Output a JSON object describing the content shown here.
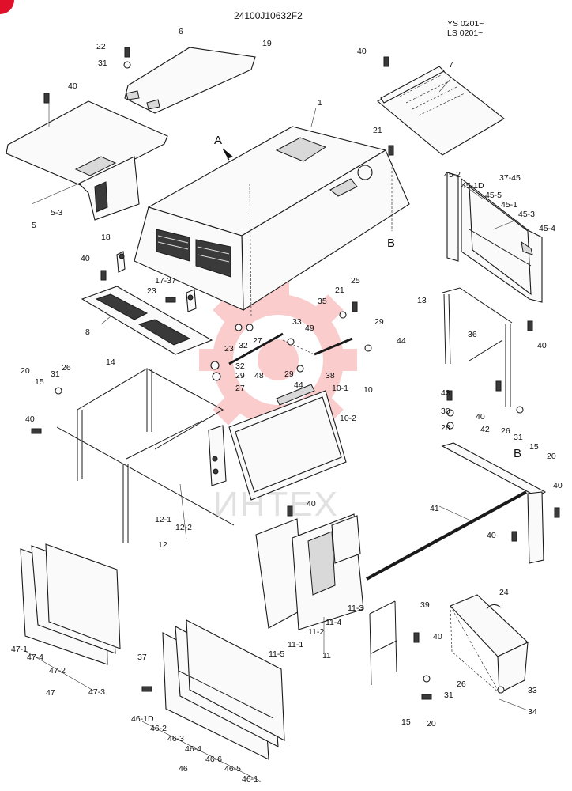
{
  "header": {
    "drawing_number": "24100J10632F2",
    "serial_range_1": "YS 0201~",
    "serial_range_2": "LS 0201~"
  },
  "view_markers": {
    "view_a": "A",
    "point_b_top": "B",
    "point_b_right": "B"
  },
  "watermark": {
    "text": "ИНТЕХ",
    "logo": "gear-logo-watermark",
    "color": "#f24a4a"
  },
  "corner_badge": {
    "color": "#e0102a"
  },
  "callouts": [
    {
      "id": "c1",
      "text": "22"
    },
    {
      "id": "c2",
      "text": "6"
    },
    {
      "id": "c3",
      "text": "19"
    },
    {
      "id": "c4",
      "text": "31"
    },
    {
      "id": "c5",
      "text": "40"
    },
    {
      "id": "c6",
      "text": "40"
    },
    {
      "id": "c7",
      "text": "7"
    },
    {
      "id": "c8",
      "text": "1"
    },
    {
      "id": "c9",
      "text": "21"
    },
    {
      "id": "c10",
      "text": "A"
    },
    {
      "id": "c11",
      "text": "5"
    },
    {
      "id": "c12",
      "text": "5-3"
    },
    {
      "id": "c13",
      "text": "18"
    },
    {
      "id": "c14",
      "text": "40"
    },
    {
      "id": "c15",
      "text": "17-37"
    },
    {
      "id": "c16",
      "text": "23"
    },
    {
      "id": "c17",
      "text": "8"
    },
    {
      "id": "c18",
      "text": "23"
    },
    {
      "id": "c19",
      "text": "32"
    },
    {
      "id": "c20",
      "text": "27"
    },
    {
      "id": "c21",
      "text": "33"
    },
    {
      "id": "c22",
      "text": "49"
    },
    {
      "id": "c23",
      "text": "35"
    },
    {
      "id": "c24",
      "text": "21"
    },
    {
      "id": "c25",
      "text": "25"
    },
    {
      "id": "c26",
      "text": "29"
    },
    {
      "id": "c27",
      "text": "44"
    },
    {
      "id": "c28",
      "text": "45-2"
    },
    {
      "id": "c29",
      "text": "37-45"
    },
    {
      "id": "c30",
      "text": "45-1D"
    },
    {
      "id": "c31",
      "text": "45-5"
    },
    {
      "id": "c32",
      "text": "45-1"
    },
    {
      "id": "c33",
      "text": "45-3"
    },
    {
      "id": "c34",
      "text": "45-4"
    },
    {
      "id": "c35",
      "text": "13"
    },
    {
      "id": "c36",
      "text": "36"
    },
    {
      "id": "c37",
      "text": "40"
    },
    {
      "id": "c38",
      "text": "14"
    },
    {
      "id": "c39",
      "text": "20"
    },
    {
      "id": "c40",
      "text": "31"
    },
    {
      "id": "c41",
      "text": "26"
    },
    {
      "id": "c42",
      "text": "15"
    },
    {
      "id": "c43",
      "text": "40"
    },
    {
      "id": "c44",
      "text": "29"
    },
    {
      "id": "c45",
      "text": "32"
    },
    {
      "id": "c46",
      "text": "27"
    },
    {
      "id": "c47",
      "text": "48"
    },
    {
      "id": "c48",
      "text": "29"
    },
    {
      "id": "c49",
      "text": "38"
    },
    {
      "id": "c50",
      "text": "44"
    },
    {
      "id": "c51",
      "text": "10-1"
    },
    {
      "id": "c52",
      "text": "10"
    },
    {
      "id": "c53",
      "text": "10-2"
    },
    {
      "id": "c54",
      "text": "43"
    },
    {
      "id": "c55",
      "text": "30"
    },
    {
      "id": "c56",
      "text": "28"
    },
    {
      "id": "c57",
      "text": "40"
    },
    {
      "id": "c58",
      "text": "42"
    },
    {
      "id": "c59",
      "text": "26"
    },
    {
      "id": "c60",
      "text": "31"
    },
    {
      "id": "c61",
      "text": "15"
    },
    {
      "id": "c62",
      "text": "20"
    },
    {
      "id": "c63",
      "text": "40"
    },
    {
      "id": "c64",
      "text": "40"
    },
    {
      "id": "c65",
      "text": "41"
    },
    {
      "id": "c66",
      "text": "40"
    },
    {
      "id": "c67",
      "text": "12-1"
    },
    {
      "id": "c68",
      "text": "12-2"
    },
    {
      "id": "c69",
      "text": "12"
    },
    {
      "id": "c70",
      "text": "24"
    },
    {
      "id": "c71",
      "text": "11-3"
    },
    {
      "id": "c72",
      "text": "39"
    },
    {
      "id": "c73",
      "text": "11-4"
    },
    {
      "id": "c74",
      "text": "11-2"
    },
    {
      "id": "c75",
      "text": "11-1"
    },
    {
      "id": "c76",
      "text": "11-5"
    },
    {
      "id": "c77",
      "text": "11"
    },
    {
      "id": "c78",
      "text": "40"
    },
    {
      "id": "c79",
      "text": "26"
    },
    {
      "id": "c80",
      "text": "31"
    },
    {
      "id": "c81",
      "text": "33"
    },
    {
      "id": "c82",
      "text": "34"
    },
    {
      "id": "c83",
      "text": "15"
    },
    {
      "id": "c84",
      "text": "20"
    },
    {
      "id": "c85",
      "text": "47-1"
    },
    {
      "id": "c86",
      "text": "47-4"
    },
    {
      "id": "c87",
      "text": "47-2"
    },
    {
      "id": "c88",
      "text": "47"
    },
    {
      "id": "c89",
      "text": "47-3"
    },
    {
      "id": "c90",
      "text": "37"
    },
    {
      "id": "c91",
      "text": "46-1D"
    },
    {
      "id": "c92",
      "text": "46-2"
    },
    {
      "id": "c93",
      "text": "46-3"
    },
    {
      "id": "c94",
      "text": "46-4"
    },
    {
      "id": "c95",
      "text": "46-6"
    },
    {
      "id": "c96",
      "text": "46"
    },
    {
      "id": "c97",
      "text": "46-5"
    },
    {
      "id": "c98",
      "text": "46-1"
    }
  ]
}
